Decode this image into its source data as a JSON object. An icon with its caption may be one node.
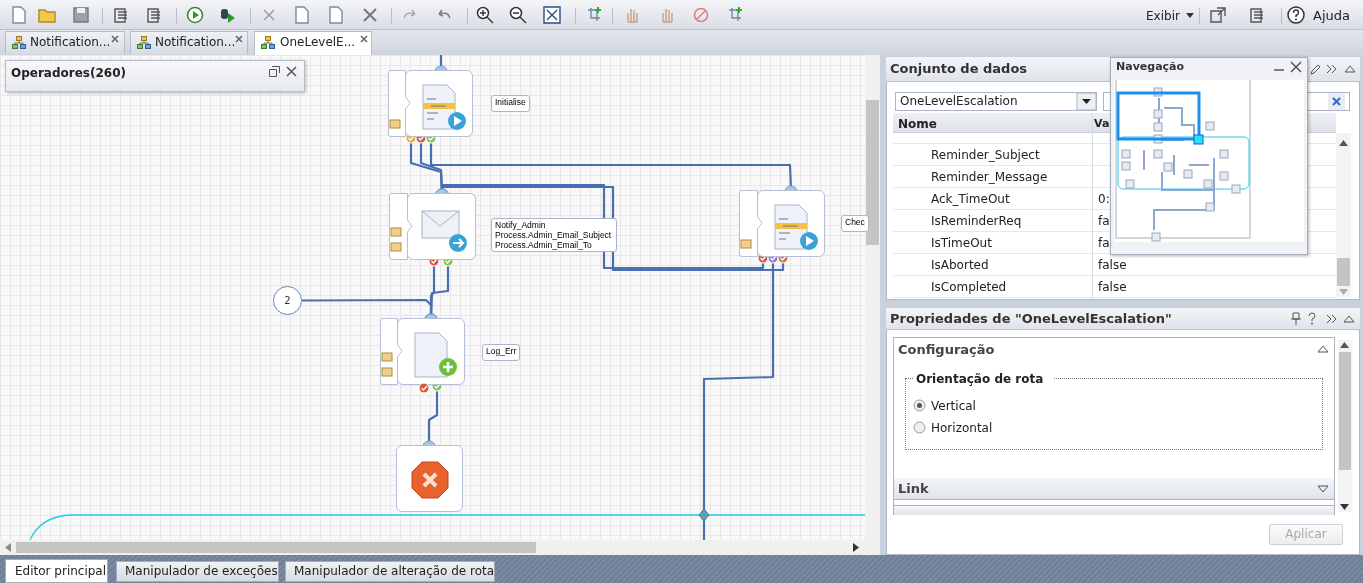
{
  "diagram": {
    "nodes": [
      {
        "text": [],
        "shape": "box",
        "beside": [
          "Initialise"
        ]
      },
      {
        "text": [],
        "shape": "box",
        "beside": [
          "Notify_Admin",
          "Process.Admin_Email_Subject",
          "Process.Admin_Email_To"
        ]
      },
      {
        "text": [],
        "shape": "box",
        "beside": [
          "Chec"
        ]
      },
      {
        "text": [
          "2"
        ]
      },
      {
        "text": [],
        "shape": "box",
        "beside": [
          "Log_Err"
        ]
      },
      {
        "text": [],
        "shape": "box"
      }
    ],
    "edges": [
      {
        "from": null,
        "to": 0,
        "arrow": "other"
      },
      {
        "from": 0,
        "to": 1,
        "arrow": "other"
      },
      {
        "from": 0,
        "to": 1,
        "arrow": "other"
      },
      {
        "from": 0,
        "to": 2,
        "arrow": "other"
      },
      {
        "from": 2,
        "to": 1,
        "arrow": "other"
      },
      {
        "from": 2,
        "to": 1,
        "arrow": "other"
      },
      {
        "from": 2,
        "to": null,
        "arrow": "other"
      },
      {
        "from": 1,
        "to": 4,
        "arrow": "other"
      },
      {
        "from": 1,
        "to": 4,
        "arrow": "other"
      },
      {
        "from": 3,
        "to": 4,
        "arrow": "other"
      },
      {
        "from": 4,
        "to": 5,
        "arrow": "other"
      }
    ],
    "labels": [
      "Exibir",
      "Ajuda",
      "Notification...",
      "Notification...",
      "OneLevelE...",
      "Operadores(260)",
      "Conjunto de dados",
      "Navegação",
      "OneLevelEscalation",
      "Nome",
      "Va",
      "Reminder_Subject",
      "Reminder_Message",
      "Ack_TimeOut",
      "0:",
      "IsReminderReq",
      "fa",
      "IsTimeOut",
      "fa",
      "IsAborted",
      "false",
      "IsCompleted",
      "false",
      "Propriedades de \"OneLevelEscalation\"",
      "Configuração",
      "Orientação de rota",
      "Vertical",
      "Horizontal",
      "Link",
      "Aplicar",
      "Editor principal",
      "Manipulador de exceções",
      "Manipulador de alteração de rota"
    ]
  }
}
